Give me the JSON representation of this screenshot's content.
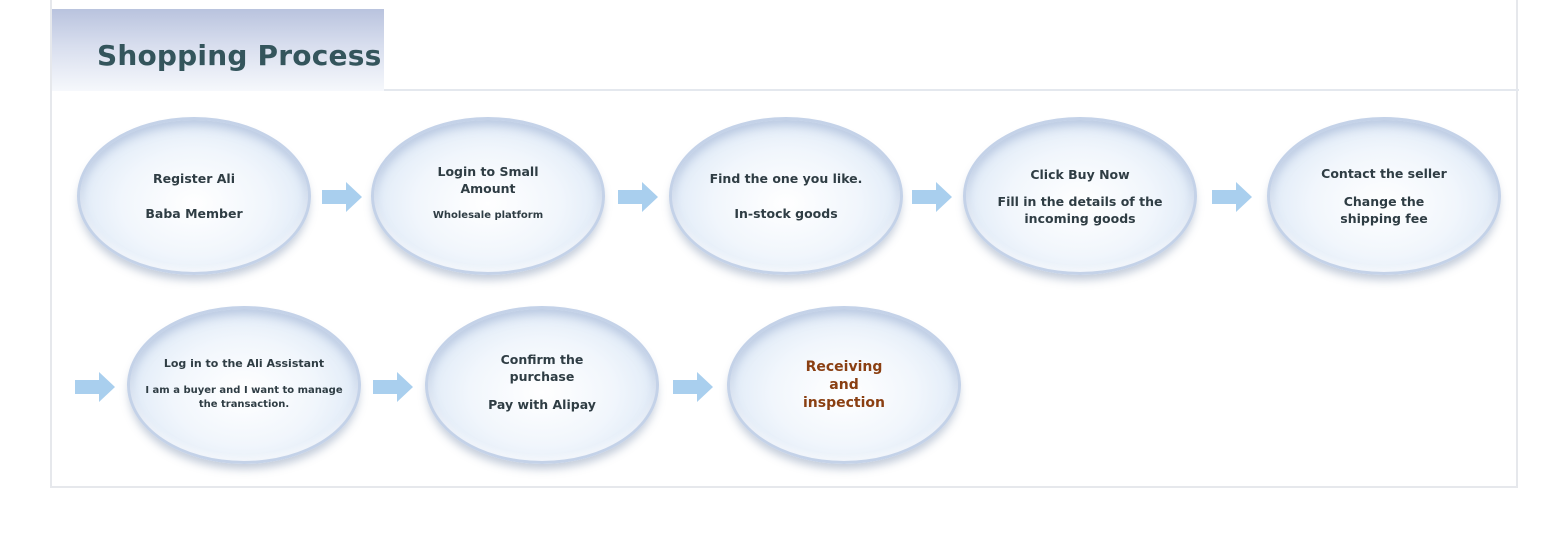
{
  "header": {
    "title": "Shopping Process"
  },
  "steps": [
    {
      "main": "Register Ali",
      "sub": "Baba Member"
    },
    {
      "main": "Login to Small Amount",
      "sub": "Wholesale platform"
    },
    {
      "main": "Find the one you like.",
      "sub": "In-stock goods"
    },
    {
      "main": "Click Buy Now",
      "sub": "Fill in the details of the incoming goods"
    },
    {
      "main": "Contact the seller",
      "sub": "Change the shipping fee"
    },
    {
      "main": "Log in to the Ali Assistant",
      "sub": "I am a buyer and I want to manage the transaction."
    },
    {
      "main": "Confirm the purchase",
      "sub": "Pay with Alipay"
    },
    {
      "main": "Receiving and inspection",
      "sub": ""
    }
  ],
  "colors": {
    "title": "#34555c",
    "step_text": "#2f3d44",
    "final_step_text": "#8a3f12",
    "arrow": "#a9cfee",
    "ellipse_border": "#c4d2e8"
  }
}
